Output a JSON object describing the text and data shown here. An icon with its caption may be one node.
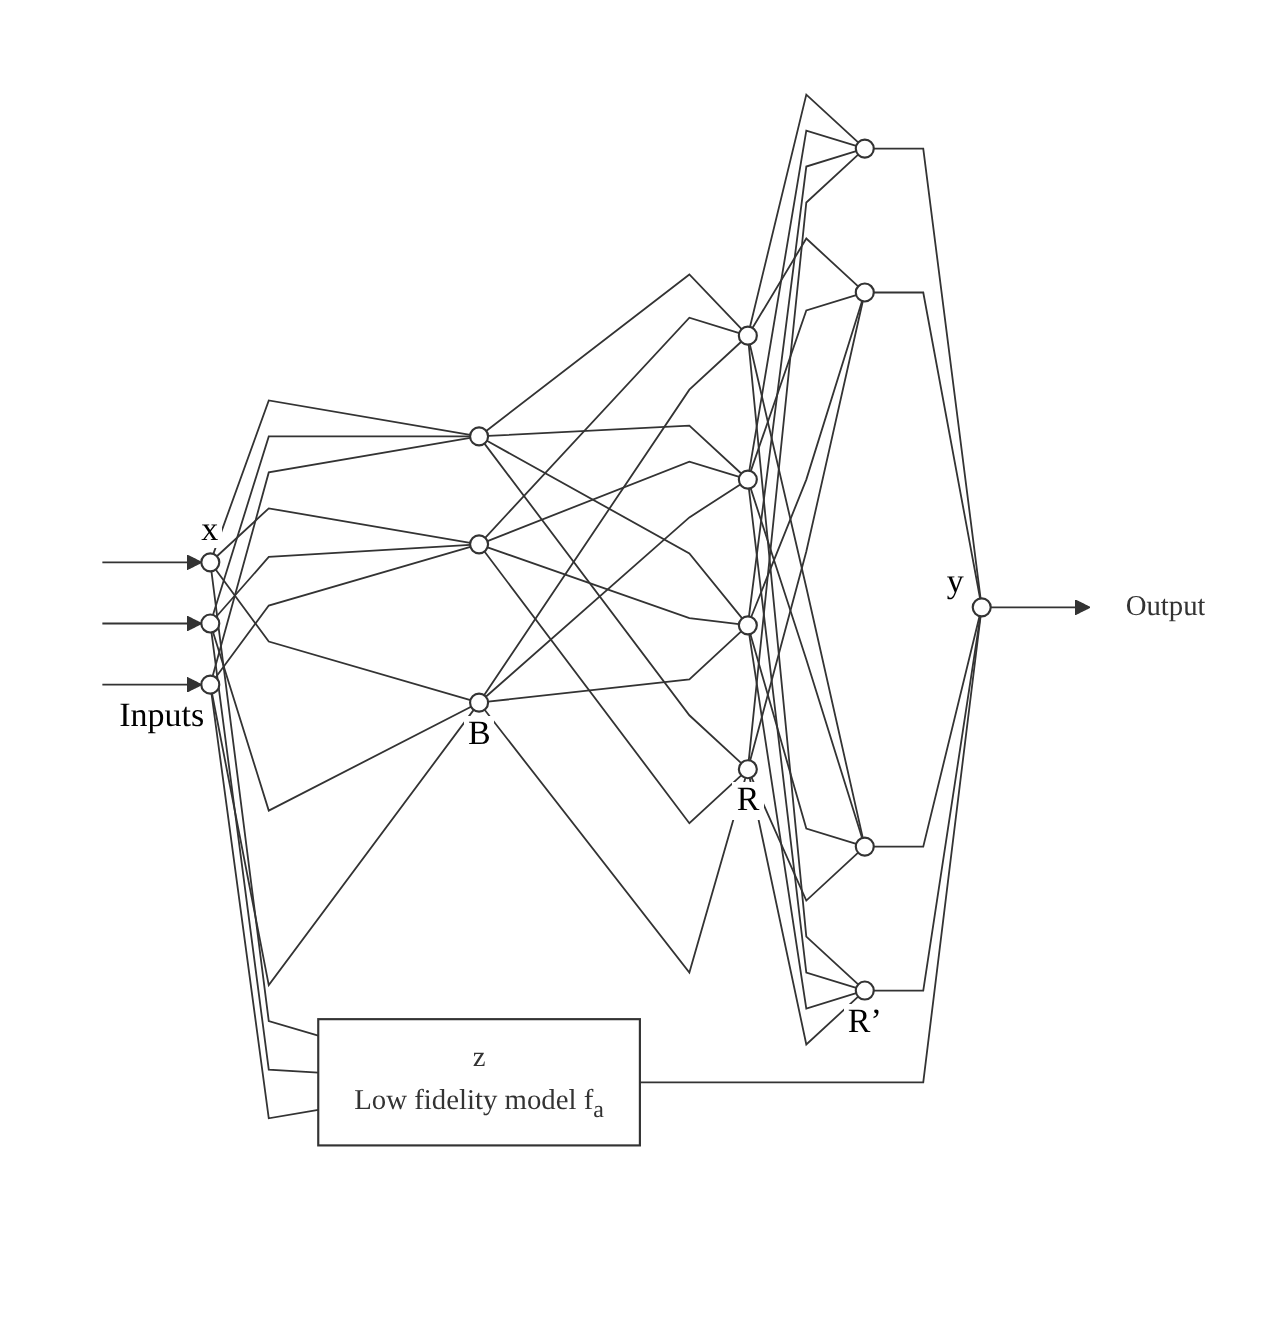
{
  "diagram": {
    "nodes": [
      {
        "text": [
          "z",
          "Low fidelity model f$_{a}$"
        ]
      },
      {
        "text": [],
        "shape": "circle"
      },
      {
        "text": [],
        "shape": "circle"
      },
      {
        "text": [],
        "shape": "circle"
      },
      {
        "text": [],
        "shape": "circle"
      },
      {
        "text": [],
        "shape": "circle"
      },
      {
        "text": [],
        "shape": "circle"
      },
      {
        "text": [],
        "shape": "circle"
      },
      {
        "text": [],
        "shape": "circle"
      },
      {
        "text": [],
        "shape": "circle"
      },
      {
        "text": [],
        "shape": "circle"
      },
      {
        "text": [],
        "shape": "circle"
      },
      {
        "text": [],
        "shape": "circle"
      },
      {
        "text": [],
        "shape": "circle"
      },
      {
        "text": [],
        "shape": "circle"
      },
      {
        "text": [],
        "shape": "circle"
      },
      {
        "text": [
          "Output"
        ]
      }
    ],
    "edges": [
      {
        "from": null,
        "to": 1,
        "arrow": "to"
      },
      {
        "from": null,
        "to": 2,
        "arrow": "to"
      },
      {
        "from": null,
        "to": 3,
        "arrow": "to"
      },
      {
        "from": 1,
        "to": 0,
        "arrow": "none"
      },
      {
        "from": 2,
        "to": 0,
        "arrow": "none"
      },
      {
        "from": 3,
        "to": 0,
        "arrow": "none"
      },
      {
        "from": 1,
        "to": 4,
        "arrow": "none"
      },
      {
        "from": 1,
        "to": 5,
        "arrow": "none"
      },
      {
        "from": 1,
        "to": 6,
        "arrow": "none"
      },
      {
        "from": 2,
        "to": 4,
        "arrow": "none"
      },
      {
        "from": 2,
        "to": 5,
        "arrow": "none"
      },
      {
        "from": 2,
        "to": 6,
        "arrow": "none"
      },
      {
        "from": 3,
        "to": 4,
        "arrow": "none"
      },
      {
        "from": 3,
        "to": 5,
        "arrow": "none"
      },
      {
        "from": 3,
        "to": 6,
        "arrow": "none"
      },
      {
        "from": 4,
        "to": 7,
        "arrow": "none"
      },
      {
        "from": 4,
        "to": 8,
        "arrow": "none"
      },
      {
        "from": 4,
        "to": 9,
        "arrow": "none"
      },
      {
        "from": 4,
        "to": 10,
        "arrow": "none"
      },
      {
        "from": 5,
        "to": 7,
        "arrow": "none"
      },
      {
        "from": 5,
        "to": 8,
        "arrow": "none"
      },
      {
        "from": 5,
        "to": 9,
        "arrow": "none"
      },
      {
        "from": 5,
        "to": 10,
        "arrow": "none"
      },
      {
        "from": 6,
        "to": 7,
        "arrow": "none"
      },
      {
        "from": 6,
        "to": 8,
        "arrow": "none"
      },
      {
        "from": 6,
        "to": 9,
        "arrow": "none"
      },
      {
        "from": 6,
        "to": 10,
        "arrow": "none"
      },
      {
        "from": 7,
        "to": 11,
        "arrow": "none"
      },
      {
        "from": 7,
        "to": 12,
        "arrow": "none"
      },
      {
        "from": 7,
        "to": 13,
        "arrow": "none"
      },
      {
        "from": 7,
        "to": 14,
        "arrow": "none"
      },
      {
        "from": 8,
        "to": 11,
        "arrow": "none"
      },
      {
        "from": 8,
        "to": 12,
        "arrow": "none"
      },
      {
        "from": 8,
        "to": 13,
        "arrow": "none"
      },
      {
        "from": 8,
        "to": 14,
        "arrow": "none"
      },
      {
        "from": 9,
        "to": 11,
        "arrow": "none"
      },
      {
        "from": 9,
        "to": 12,
        "arrow": "none"
      },
      {
        "from": 9,
        "to": 13,
        "arrow": "none"
      },
      {
        "from": 9,
        "to": 14,
        "arrow": "none"
      },
      {
        "from": 10,
        "to": 11,
        "arrow": "none"
      },
      {
        "from": 10,
        "to": 12,
        "arrow": "none"
      },
      {
        "from": 10,
        "to": 13,
        "arrow": "none"
      },
      {
        "from": 10,
        "to": 14,
        "arrow": "none"
      },
      {
        "from": 11,
        "to": 15,
        "arrow": "none"
      },
      {
        "from": 12,
        "to": 15,
        "arrow": "none"
      },
      {
        "from": 13,
        "to": 15,
        "arrow": "none"
      },
      {
        "from": 14,
        "to": 15,
        "arrow": "none"
      },
      {
        "from": 0,
        "to": 15,
        "arrow": "none"
      },
      {
        "from": 15,
        "to": 16,
        "arrow": "to"
      }
    ],
    "labels": [
      "x",
      "y",
      "Inputs",
      "B",
      "R",
      "R’"
    ]
  }
}
